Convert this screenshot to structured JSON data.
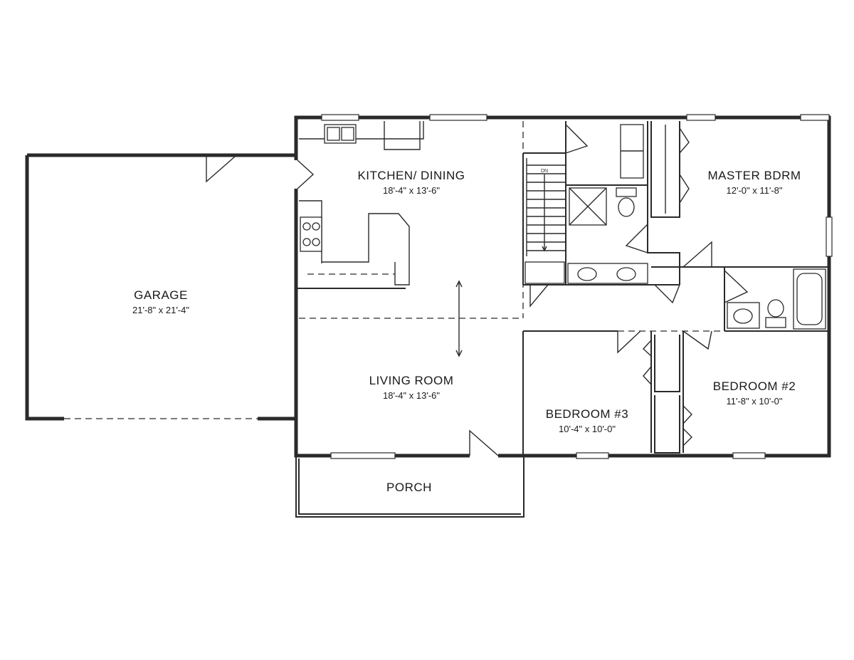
{
  "rooms": {
    "kitchen": {
      "name": "KITCHEN/ DINING",
      "dims": "18'-4\" x 13'-6\""
    },
    "garage": {
      "name": "GARAGE",
      "dims": "21'-8\" x 21'-4\""
    },
    "living": {
      "name": "LIVING ROOM",
      "dims": "18'-4\" x 13'-6\""
    },
    "master": {
      "name": "MASTER BDRM",
      "dims": "12'-0\" x 11'-8\""
    },
    "bedroom2": {
      "name": "BEDROOM #2",
      "dims": "11'-8\" x 10'-0\""
    },
    "bedroom3": {
      "name": "BEDROOM #3",
      "dims": "10'-4\" x 10'-0\""
    },
    "porch": {
      "name": "PORCH"
    }
  },
  "stairs": {
    "label": "DN"
  }
}
